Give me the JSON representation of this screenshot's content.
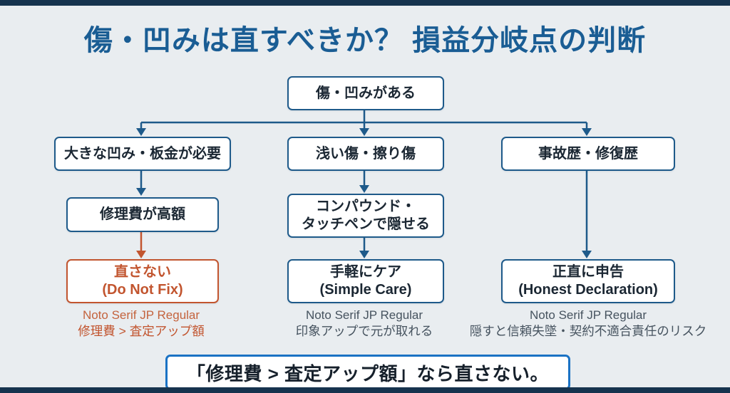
{
  "title": "傷・凹みは直すべきか？ 損益分岐点の判断",
  "colors": {
    "background": "#e9edf0",
    "accent_navy": "#1e5a8a",
    "title_blue": "#1a5d94",
    "text_dark": "#1b2733",
    "warn_orange": "#c2552f",
    "caption_gray": "#46535f",
    "conclusion_border_blue": "#1a72c4",
    "frame_bar_navy": "#16334e"
  },
  "flow": {
    "root": "傷・凹みがある",
    "columns": [
      {
        "condition": "大きな凹み・板金が必要",
        "step": "修理費が高額",
        "result_jp": "直さない",
        "result_en": "(Do Not Fix)",
        "caption_1": "Noto Serif JP Regular",
        "caption_2": "修理費 > 査定アップ額"
      },
      {
        "condition": "浅い傷・擦り傷",
        "step_line1": "コンパウンド・",
        "step_line2": "タッチペンで隠せる",
        "result_jp": "手軽にケア",
        "result_en": "(Simple Care)",
        "caption_1": "Noto Serif JP Regular",
        "caption_2": "印象アップで元が取れる"
      },
      {
        "condition": "事故歴・修復歴",
        "result_jp": "正直に申告",
        "result_en": "(Honest Declaration)",
        "caption_1": "Noto Serif JP Regular",
        "caption_2": "隠すと信頼失墜・契約不適合責任のリスク"
      }
    ]
  },
  "conclusion": "「修理費 > 査定アップ額」なら直さない。"
}
